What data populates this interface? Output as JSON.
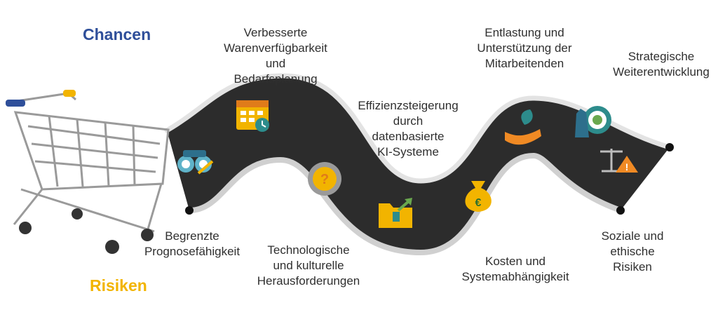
{
  "headings": {
    "chancen": {
      "text": "Chancen",
      "color": "#2f4f9a"
    },
    "risiken": {
      "text": "Risiken",
      "color": "#f2b400"
    }
  },
  "chancen_labels": [
    {
      "line1": "Verbesserte",
      "line2": "Warenverfügbarkeit",
      "line3": "und Bedarfsplanung"
    },
    {
      "line1": "Effizienzsteigerung",
      "line2": "durch",
      "line3": "datenbasierte",
      "line4": "KI-Systeme"
    },
    {
      "line1": "Entlastung und",
      "line2": "Unterstützung der",
      "line3": "Mitarbeitenden"
    },
    {
      "line1": "Strategische",
      "line2": "Weiterentwicklung"
    }
  ],
  "risiken_labels": [
    {
      "line1": "Begrenzte",
      "line2": "Prognosefähigkeit"
    },
    {
      "line1": "Technologische",
      "line2": "und kulturelle",
      "line3": "Herausforderungen"
    },
    {
      "line1": "Kosten und",
      "line2": "Systemabhängigkeit"
    },
    {
      "line1": "Soziale und",
      "line2": "ethische",
      "line3": "Risiken"
    }
  ],
  "icons": [
    "calendar-icon",
    "binoculars-icon",
    "gear-question-icon",
    "folder-growth-icon",
    "money-bag-icon",
    "hand-plant-icon",
    "target-chess-icon",
    "scale-warning-icon"
  ],
  "colors": {
    "road": "#2c2c2c",
    "rail": "#d9d9d9",
    "icon_orange": "#f08a24",
    "icon_yellow": "#f2b400",
    "icon_teal": "#2d8c8c",
    "icon_green": "#6aa84f"
  },
  "icon_symbols": {
    "question": "?",
    "euro": "€",
    "warning": "!"
  }
}
